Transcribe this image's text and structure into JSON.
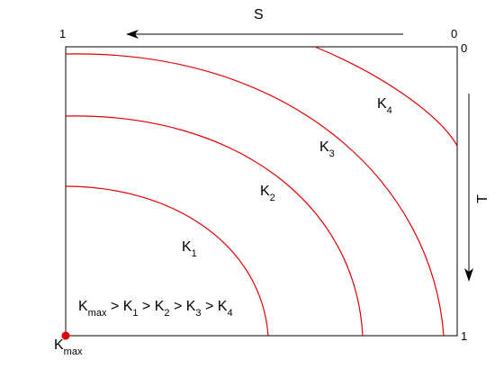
{
  "axes": {
    "horizontal_label": "S",
    "vertical_label": "T",
    "top_left_value": "1",
    "top_right_value_outer": "0",
    "top_right_value_inner": "0",
    "bottom_right_value": "1"
  },
  "origin": {
    "label_main": "K",
    "label_sub": "max",
    "point_color": "#e00000"
  },
  "curves": [
    {
      "main": "K",
      "sub": "1"
    },
    {
      "main": "K",
      "sub": "2"
    },
    {
      "main": "K",
      "sub": "3"
    },
    {
      "main": "K",
      "sub": "4"
    }
  ],
  "inequality": {
    "kmax_main": "K",
    "kmax_sub": "max",
    "gt": " > ",
    "k_main": "K",
    "subs": [
      "1",
      "2",
      "3",
      "4"
    ]
  },
  "colors": {
    "curve": "#e00000",
    "frame": "#000000",
    "text": "#000000"
  }
}
